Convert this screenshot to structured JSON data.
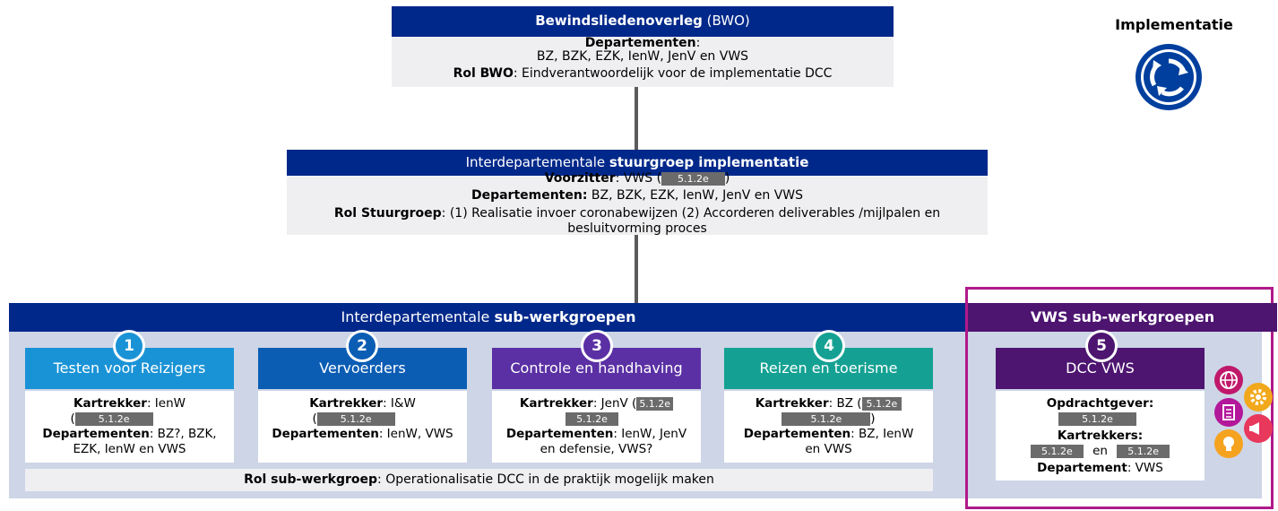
{
  "bwo": {
    "title_bold": "Bewindsliedenoverleg",
    "title_rest": " (BWO)",
    "dept_label": "Departementen",
    "dept_colon": ":",
    "dept_list": "BZ, BZK, EZK, IenW, JenV en VWS",
    "role_label": "Rol BWO",
    "role_text": ": Eindverantwoordelijk voor de implementatie DCC"
  },
  "implementatie": {
    "label": "Implementatie",
    "icon": "roundabout-icon"
  },
  "stuurgroep": {
    "title_pre": "Interdepartementale ",
    "title_bold": "stuurgroep implementatie",
    "chair_label": "Voorzitter",
    "chair_text": ": VWS (",
    "chair_redact": "5.1.2e",
    "chair_close": ")",
    "dept_label": "Departementen:",
    "dept_text": " BZ, BZK, EZK, IenW, JenV en VWS",
    "role_label": "Rol Stuurgroep",
    "role_text1": ": (1) Realisatie invoer coronabewijzen (2) Accorderen deliverables /mijlpalen en",
    "role_text2": "besluitvorming proces"
  },
  "sub": {
    "title_pre": "Interdepartementale ",
    "title_bold": "sub-werkgroepen",
    "role_label": "Rol sub-werkgroep",
    "role_text": ": Operationalisatie DCC in de praktijk mogelijk maken",
    "groups": [
      {
        "number": "1",
        "title": "Testen voor Reizigers",
        "color": "#1a93d6",
        "kar_label": "Kartrekker",
        "kar_text": ": IenW",
        "open": "(",
        "redact": "5.1.2e",
        "dept_label": "Departementen",
        "dept_text1": ": BZ?, BZK,",
        "dept_text2": "EZK, IenW en VWS"
      },
      {
        "number": "2",
        "title": "Vervoerders",
        "color": "#0b5db4",
        "kar_label": "Kartrekker",
        "kar_text": ": I&W",
        "open": "(",
        "redact": "5.1.2e",
        "dept_label": "Departementen",
        "dept_text1": ": IenW, VWS",
        "dept_text2": ""
      },
      {
        "number": "3",
        "title": "Controle en handhaving",
        "color": "#5b30a4",
        "kar_label": "Kartrekker",
        "kar_text": ": JenV (",
        "redact_a": "5.1.2e",
        "redact": "5.1.2e",
        "dept_label": "Departementen",
        "dept_text1": ": IenW, JenV",
        "dept_text2": "en defensie, VWS?"
      },
      {
        "number": "4",
        "title": "Reizen en toerisme",
        "color": "#14a193",
        "kar_label": "Kartrekker",
        "kar_text": ": BZ (",
        "redact_a": "5.1.2e",
        "redact": "5.1.2e",
        "close": ")",
        "dept_label": "Departementen",
        "dept_text1": ": BZ, IenW",
        "dept_text2": "en VWS"
      }
    ]
  },
  "vws": {
    "title": "VWS sub-werkgroepen",
    "number": "5",
    "group_title": "DCC VWS",
    "color": "#4d1470",
    "frame_color": "#b0198a",
    "opdracht_label": "Opdrachtgever:",
    "opdracht_redact": "5.1.2e",
    "kar_label": "Kartrekkers:",
    "kar_redact_a": "5.1.2e",
    "kar_en": "en",
    "kar_redact_b": "5.1.2e",
    "dept_label": "Departement",
    "dept_text": ": VWS",
    "icons": [
      {
        "name": "globe-icon",
        "color": "#c0186a"
      },
      {
        "name": "gear-icon",
        "color": "#f2a81c"
      },
      {
        "name": "clipboard-icon",
        "color": "#b3179a"
      },
      {
        "name": "megaphone-icon",
        "color": "#e8385c"
      },
      {
        "name": "lightbulb-icon",
        "color": "#f5a21e"
      }
    ]
  }
}
